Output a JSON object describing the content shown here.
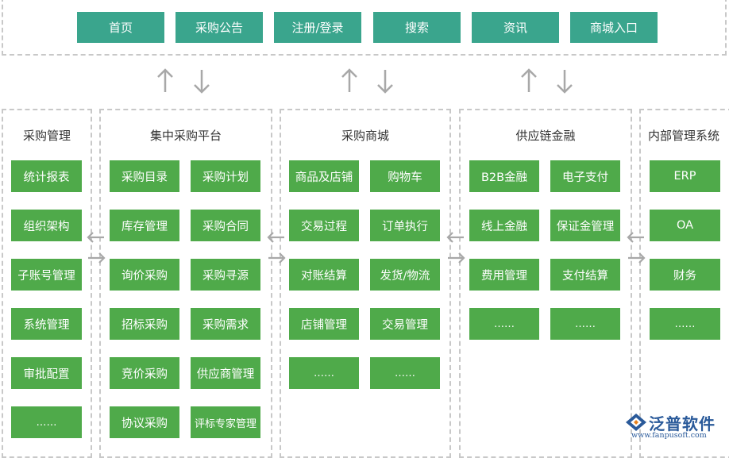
{
  "colors": {
    "teal": "#3aa58d",
    "green": "#4faa4a",
    "dash": "#c8c8c8",
    "arrow": "#a8a8a8",
    "brand": "#2a5a9a",
    "brand_accent": "#e8821e"
  },
  "nav": {
    "tabs": [
      {
        "label": "首页"
      },
      {
        "label": "采购公告"
      },
      {
        "label": "注册/登录"
      },
      {
        "label": "搜索"
      },
      {
        "label": "资讯"
      },
      {
        "label": "商城入口"
      }
    ]
  },
  "panels": [
    {
      "title": "采购管理",
      "items": [
        "统计报表",
        "组织架构",
        "子账号管理",
        "系统管理",
        "审批配置",
        "……"
      ]
    },
    {
      "title": "集中采购平台",
      "items": [
        "采购目录",
        "采购计划",
        "库存管理",
        "采购合同",
        "询价采购",
        "采购寻源",
        "招标采购",
        "采购需求",
        "竞价采购",
        "供应商管理",
        "协议采购",
        "评标专家管理"
      ]
    },
    {
      "title": "采购商城",
      "items": [
        "商品及店铺",
        "购物车",
        "交易过程",
        "订单执行",
        "对账结算",
        "发货/物流",
        "店铺管理",
        "交易管理",
        "……",
        "……"
      ]
    },
    {
      "title": "供应链金融",
      "items": [
        "B2B金融",
        "电子支付",
        "线上金融",
        "保证金管理",
        "费用管理",
        "支付结算",
        "……",
        "……"
      ]
    },
    {
      "title": "内部管理系统",
      "items": [
        "ERP",
        "OA",
        "财务",
        "……"
      ]
    }
  ],
  "logo": {
    "name": "泛普软件",
    "url": "www.fanpusoft.com"
  }
}
